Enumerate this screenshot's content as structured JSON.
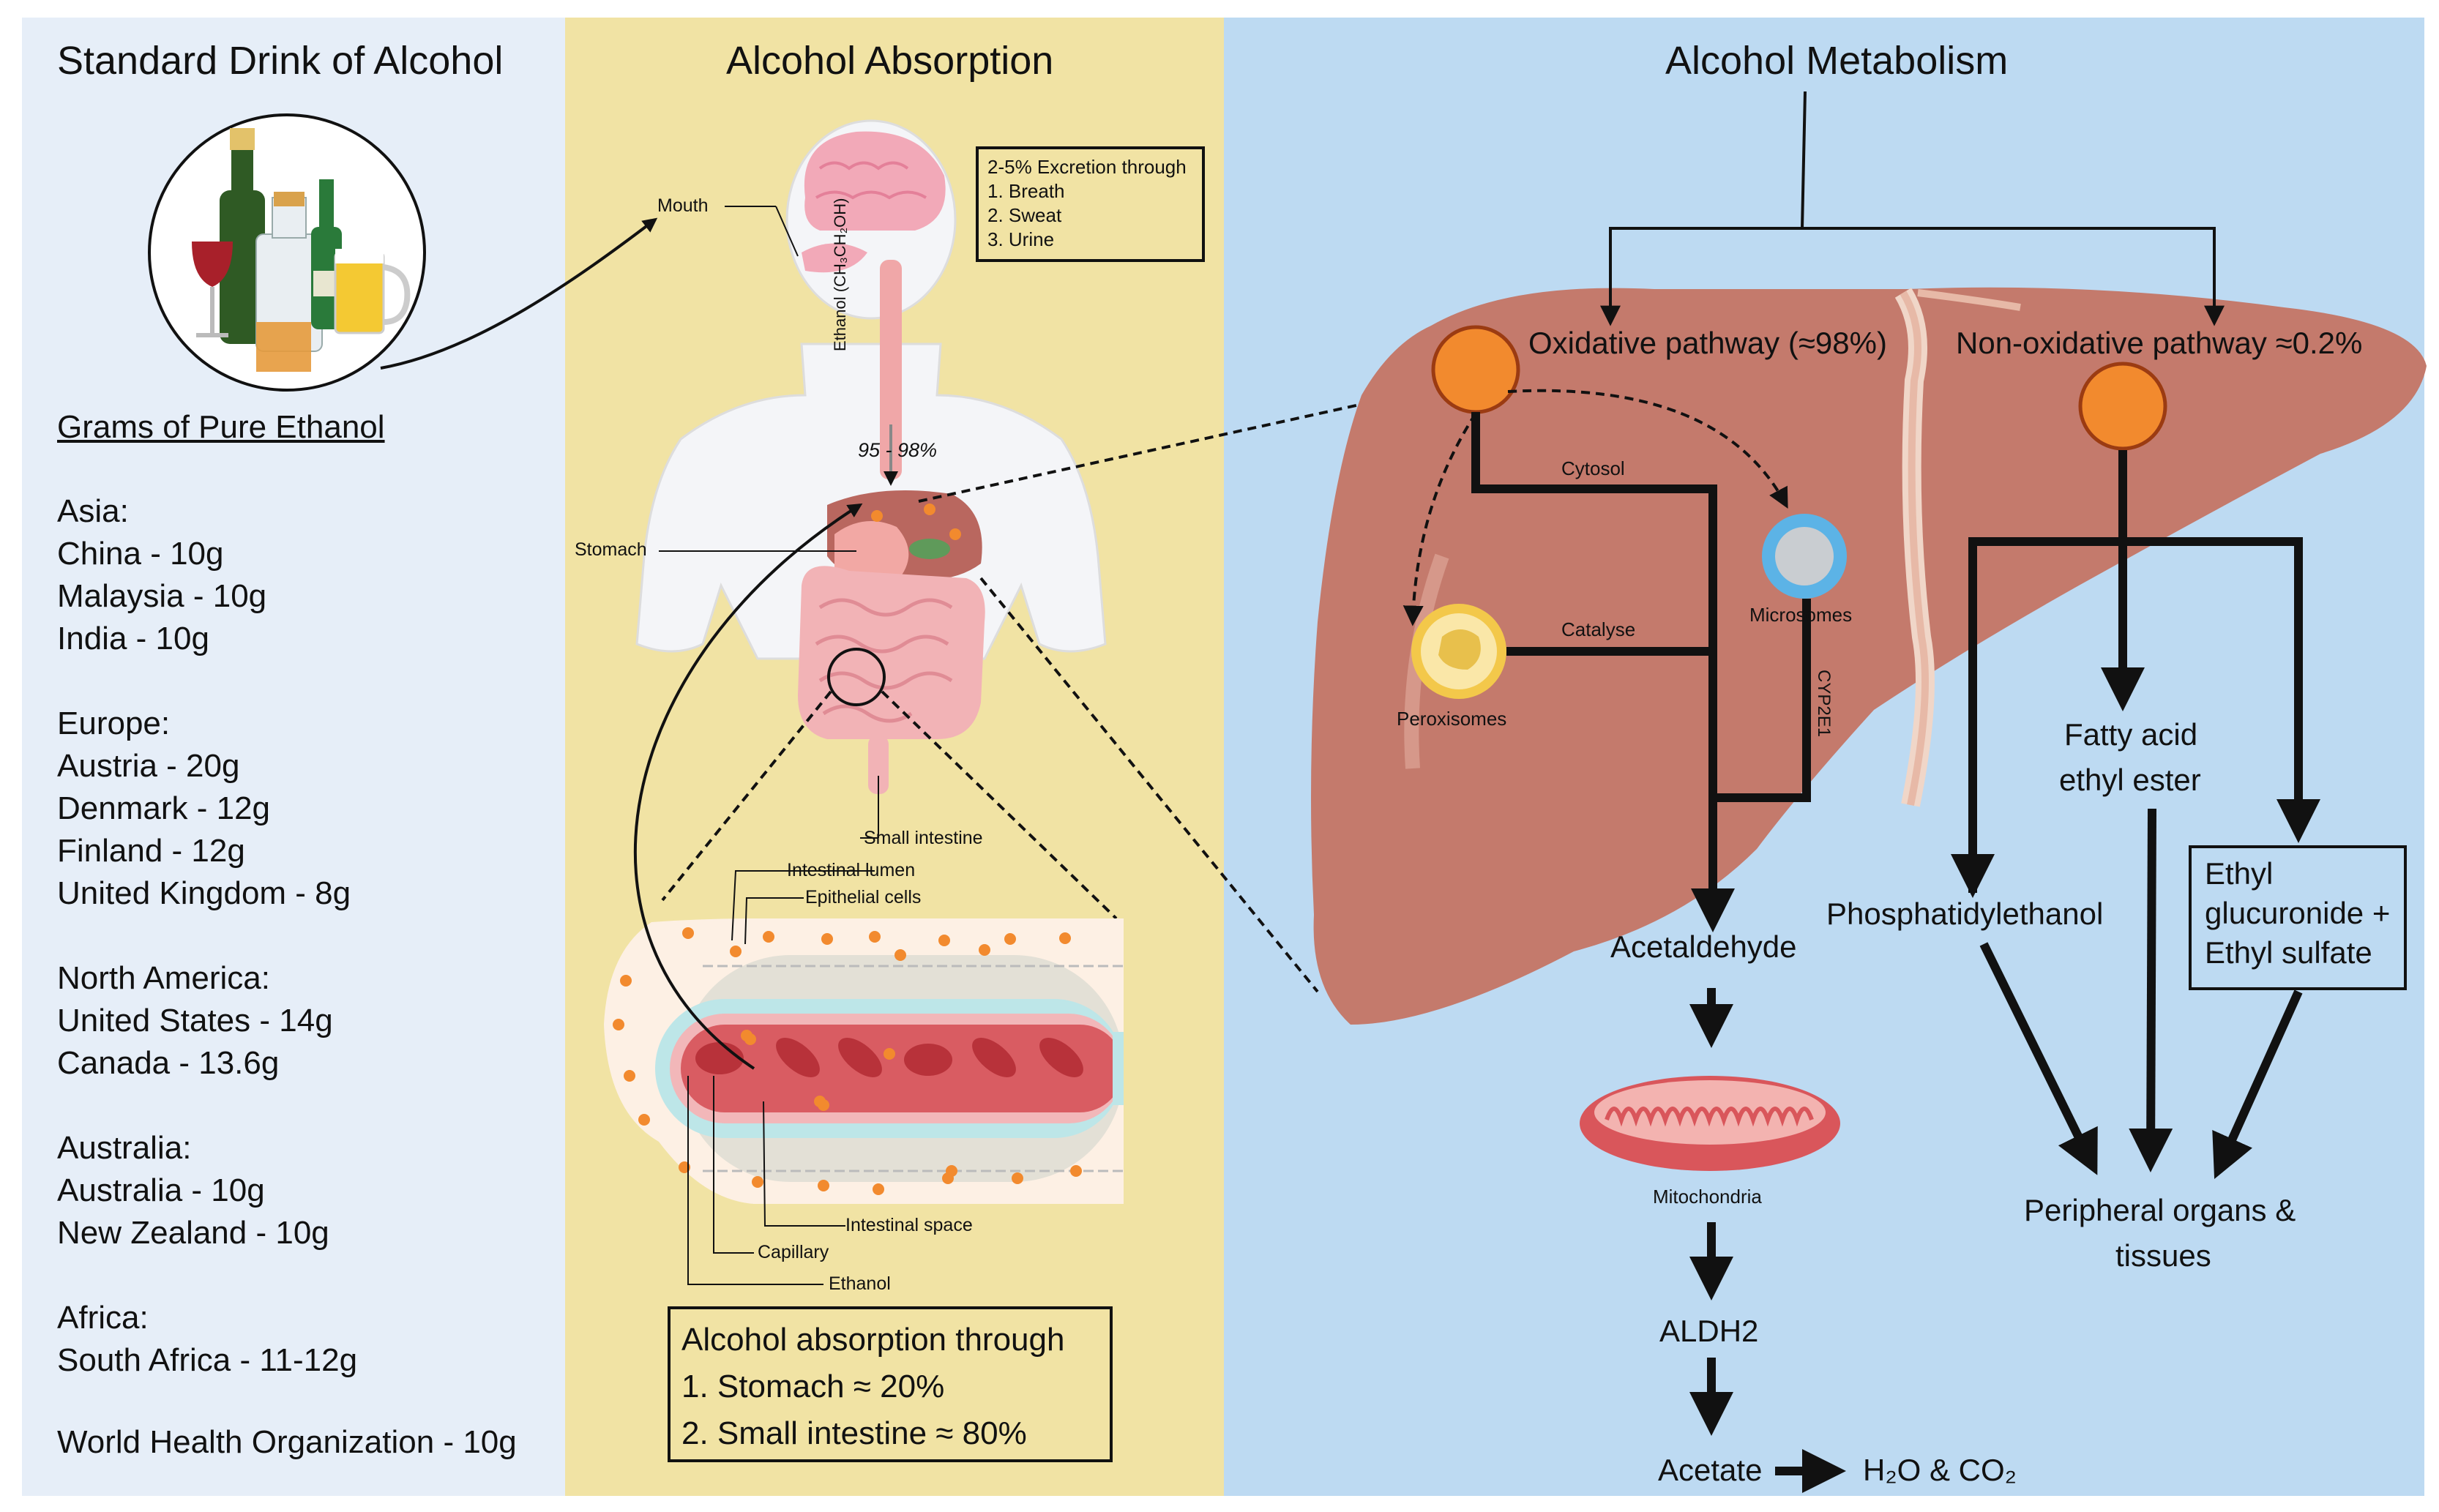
{
  "left": {
    "title": "Standard Drink of Alcohol",
    "subtitle": "Grams of Pure Ethanol",
    "groups": [
      {
        "region": "Asia:",
        "items": [
          "China - 10g",
          "Malaysia - 10g",
          "India - 10g"
        ]
      },
      {
        "region": "Europe:",
        "items": [
          "Austria - 20g",
          "Denmark - 12g",
          "Finland - 12g",
          "United Kingdom - 8g"
        ]
      },
      {
        "region": "North America:",
        "items": [
          "United States - 14g",
          "Canada - 13.6g"
        ]
      },
      {
        "region": "Australia:",
        "items": [
          "Australia - 10g",
          "New Zealand - 10g"
        ]
      },
      {
        "region": "Africa:",
        "items": [
          "South Africa - 11-12g"
        ]
      }
    ],
    "who": "World Health Organization - 10g"
  },
  "middle": {
    "title": "Alcohol Absorption",
    "excretion": {
      "heading": "2-5% Excretion through",
      "items": [
        "1. Breath",
        "2. Sweat",
        "3. Urine"
      ]
    },
    "labels": {
      "mouth": "Mouth",
      "stomach": "Stomach",
      "ethanol_formula": "Ethanol (CH₃CH₂OH)",
      "percent": "95 - 98%",
      "small_intestine": "Small intestine",
      "intestinal_lumen": "Intestinal lumen",
      "epithelial_cells": "Epithelial cells",
      "intestinal_space": "Intestinal space",
      "capillary": "Capillary",
      "ethanol": "Ethanol"
    },
    "absorption": {
      "heading": "Alcohol absorption through",
      "items": [
        "1. Stomach ≈ 20%",
        "2. Small intestine ≈ 80%"
      ]
    }
  },
  "right": {
    "title": "Alcohol Metabolism",
    "oxidative": "Oxidative pathway (≈98%)",
    "non_oxidative": "Non-oxidative pathway ≈0.2%",
    "cytosol": "Cytosol",
    "catalyse": "Catalyse",
    "microsomes": "Microsomes",
    "peroxisomes": "Peroxisomes",
    "cyp2e1": "CYP2E1",
    "acetaldehyde": "Acetaldehyde",
    "mitochondria": "Mitochondria",
    "aldh2": "ALDH2",
    "acetate": "Acetate",
    "products": "H₂O & CO₂",
    "fatty_acid": [
      "Fatty acid",
      "ethyl ester"
    ],
    "phosphatidylethanol": "Phosphatidylethanol",
    "ethyl_box": [
      "Ethyl",
      "glucuronide +",
      "Ethyl sulfate"
    ],
    "peripheral": [
      "Peripheral organs &",
      "tissues"
    ]
  },
  "colors": {
    "left_bg": "#e6eef8",
    "middle_bg": "#f1e3a4",
    "right_bg": "#bddaf2",
    "liver": "#c47a6c",
    "orange": "#f28a2e"
  }
}
